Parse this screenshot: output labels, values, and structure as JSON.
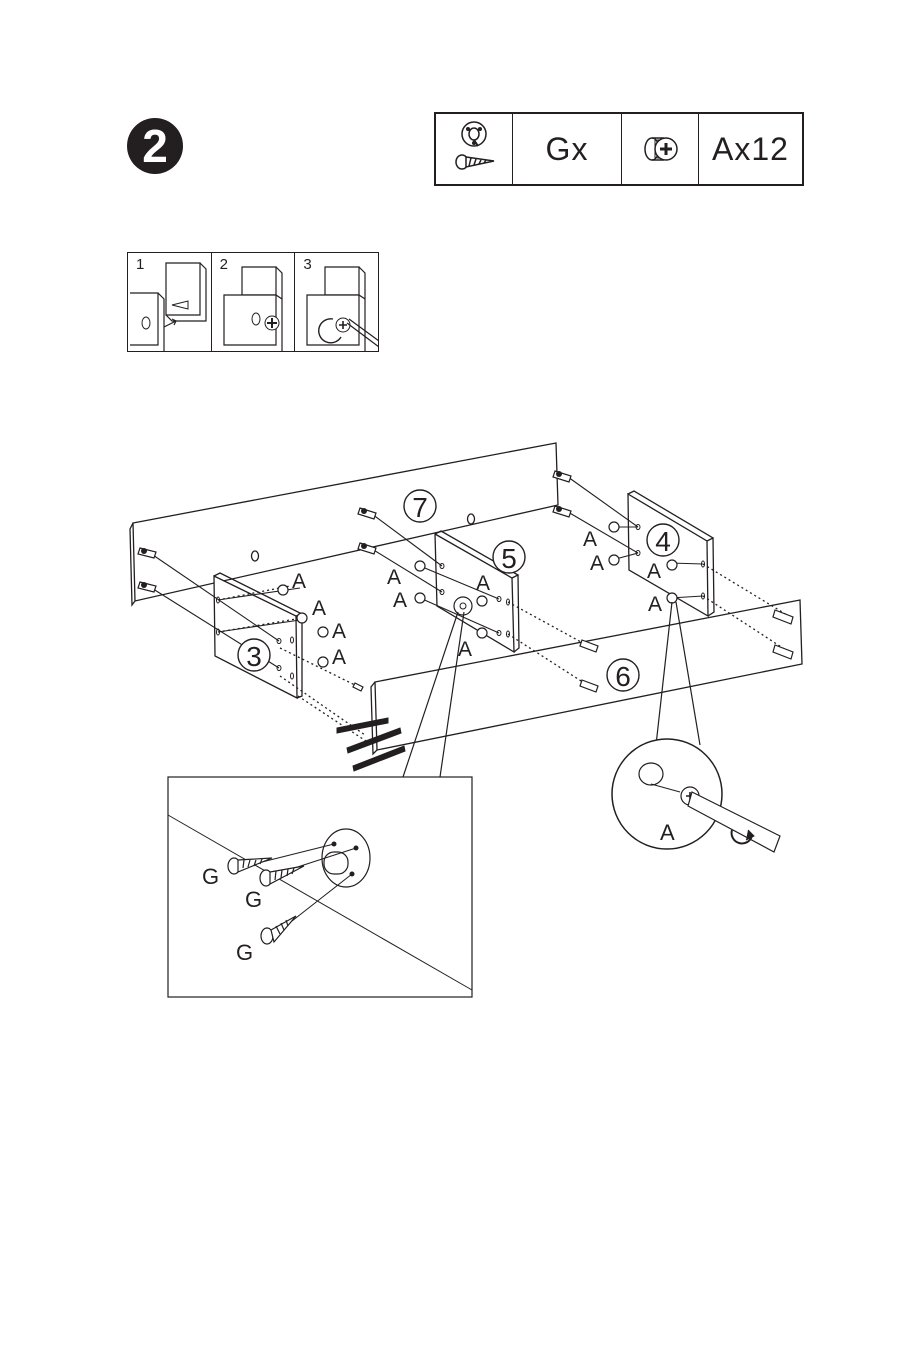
{
  "step": {
    "number": "2"
  },
  "hardware": {
    "items": [
      {
        "icon": "dowel-and-screw-icon",
        "label": "Gx"
      },
      {
        "icon": "cam-lock-icon",
        "label": "Ax12"
      }
    ]
  },
  "sub_steps": [
    {
      "num": "1"
    },
    {
      "num": "2"
    },
    {
      "num": "3"
    }
  ],
  "parts": {
    "p3": "3",
    "p4": "4",
    "p5": "5",
    "p6": "6",
    "p7": "7"
  },
  "callouts": {
    "cam": "A",
    "screw": "G"
  },
  "labels": {
    "a": "A"
  },
  "colors": {
    "ink": "#231f20",
    "paper": "#ffffff"
  }
}
